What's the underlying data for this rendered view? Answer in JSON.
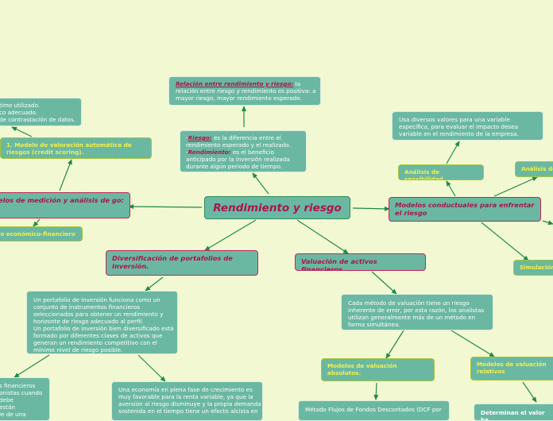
{
  "center": "Rendimiento y riesgo",
  "top": {
    "relacion_term": "Relación entre rendimiento y riesgo:",
    "relacion_text1": " la",
    "relacion_text2": "relación entre riesgo y rendimiento es positiva: a",
    "relacion_text3": "mayor riesgo, mayor rendimiento esperado.",
    "riesgo_term": "Riesgo:",
    "riesgo_text1": " es la diferencia entre el",
    "riesgo_text2": "rendimiento esperado y el realizado.",
    "rend_term": "Rendimiento:",
    "rend_text1": " es el beneficio",
    "rend_text2": "anticipado por la inversión realizada",
    "rend_text3": "durante algún periodo de tiempo."
  },
  "left": {
    "note_lines": [
      "timo utilizado.",
      "co adecuado.",
      "de contrastación de datos."
    ],
    "modelo1": "1. Modelo de valoración automática de riesgos (credit scoring).",
    "modelos_medicion": "elos de medición y análisis de go:",
    "modelo_economico": "lo económico-financiero"
  },
  "diversificacion": {
    "title": "Diversificación de portafolios de inversión.",
    "desc_lines": [
      "Un portafolio de inversión funciona como un",
      "conjunto de instrumentos financieros",
      "seleccionados para obtener un rendimiento y",
      "horizonte de riesgo adecuado al perfil.",
      "Un portafolio de inversión bien diversificado está",
      "formado por diferentes clases de activos que",
      "generan un rendimiento competitivo con el",
      "mínimo nivel de riesgo posible."
    ],
    "bottom_left_lines": [
      "s financieros",
      "onistas cuando",
      "debe",
      "están",
      "le de una"
    ],
    "bottom_mid_lines": [
      "Una economía en plena fase de crecimiento es",
      "muy favorable para la renta variable, ya que la",
      "aversión al riesgo disminuye y la propia demanda",
      "sostenida en el tiempo tiene un efecto alcista en"
    ]
  },
  "valuacion": {
    "title": "Valuación de activos financieros.",
    "desc_lines": [
      "Cada método de valuación tiene un riesgo",
      "inherente de error, por esta razón, los analistas",
      "utilizan generalmente más de un método en",
      "forma simultánea."
    ],
    "absolutos": "Modelos de valuación absolutos.",
    "relativos": "Modelos de valuación relativos",
    "metodo_flujos": "Método Flujos de Fondos Descontados (DCF por",
    "determinan": "Determinan el valor ba"
  },
  "conductuales": {
    "title": "Modelos conductuales para enfrentar el riesgo",
    "sensibilidad": "Análisis de sensibilidad",
    "sensibilidad_desc_lines": [
      "Usa diversos   valores  para   una variable",
      "específica, para evaluar el impacto desea",
      "variable en el rendimiento de la empresa."
    ],
    "analisis_de": "Análisis de",
    "simulacion": "Simulación"
  }
}
